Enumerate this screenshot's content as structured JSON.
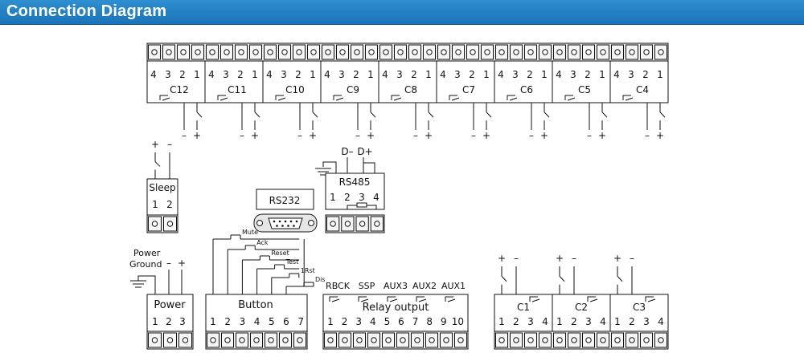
{
  "header": {
    "title": "Connection Diagram"
  },
  "channels_top": [
    {
      "label": "C12",
      "pins": [
        "4",
        "3",
        "2",
        "1"
      ]
    },
    {
      "label": "C11",
      "pins": [
        "4",
        "3",
        "2",
        "1"
      ]
    },
    {
      "label": "C10",
      "pins": [
        "4",
        "3",
        "2",
        "1"
      ]
    },
    {
      "label": "C9",
      "pins": [
        "4",
        "3",
        "2",
        "1"
      ]
    },
    {
      "label": "C8",
      "pins": [
        "4",
        "3",
        "2",
        "1"
      ]
    },
    {
      "label": "C7",
      "pins": [
        "4",
        "3",
        "2",
        "1"
      ]
    },
    {
      "label": "C6",
      "pins": [
        "4",
        "3",
        "2",
        "1"
      ]
    },
    {
      "label": "C5",
      "pins": [
        "4",
        "3",
        "2",
        "1"
      ]
    },
    {
      "label": "C4",
      "pins": [
        "4",
        "3",
        "2",
        "1"
      ]
    }
  ],
  "channels_bottom": [
    {
      "label": "C1",
      "pins": [
        "1",
        "2",
        "3",
        "4"
      ]
    },
    {
      "label": "C2",
      "pins": [
        "1",
        "2",
        "3",
        "4"
      ]
    },
    {
      "label": "C3",
      "pins": [
        "1",
        "2",
        "3",
        "4"
      ]
    }
  ],
  "polarity": {
    "minus": "–",
    "plus": "+"
  },
  "sleep": {
    "label": "Sleep",
    "pins": [
      "1",
      "2"
    ]
  },
  "rs232": {
    "label": "RS232"
  },
  "rs485": {
    "label": "RS485",
    "pins": [
      "1",
      "2",
      "3",
      "4"
    ],
    "dminus": "D–",
    "dplus": "D+"
  },
  "power": {
    "label": "Power",
    "pins": [
      "1",
      "2",
      "3"
    ],
    "ground_line1": "Power",
    "ground_line2": "Ground"
  },
  "button": {
    "label": "Button",
    "pins": [
      "1",
      "2",
      "3",
      "4",
      "5",
      "6",
      "7"
    ],
    "switches": [
      "Mute",
      "Ack",
      "Reset",
      "Test",
      "1Rst",
      "Dis"
    ]
  },
  "relay": {
    "label": "Relay output",
    "pins": [
      "1",
      "2",
      "3",
      "4",
      "5",
      "6",
      "7",
      "8",
      "9",
      "10"
    ],
    "groups": [
      "RBCK",
      "SSP",
      "AUX3",
      "AUX2",
      "AUX1"
    ]
  }
}
